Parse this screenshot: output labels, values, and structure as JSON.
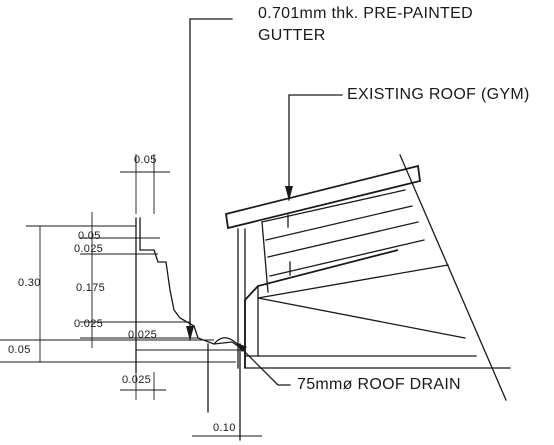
{
  "notes": {
    "gutter_line1": "0.701mm thk. PRE-PAINTED",
    "gutter_line2": "GUTTER",
    "existing_roof": "EXISTING ROOF (GYM)",
    "roof_drain": "75mmø ROOF DRAIN"
  },
  "dimensions": {
    "top_width": "0.05",
    "d1": "0.05",
    "d2": "0.025",
    "total_height": "0.30",
    "d3": "0.175",
    "d4": "0.025",
    "d5": "0.025",
    "bottom_left": "0.05",
    "bottom_width": "0.025",
    "drain_width": "0.10"
  }
}
